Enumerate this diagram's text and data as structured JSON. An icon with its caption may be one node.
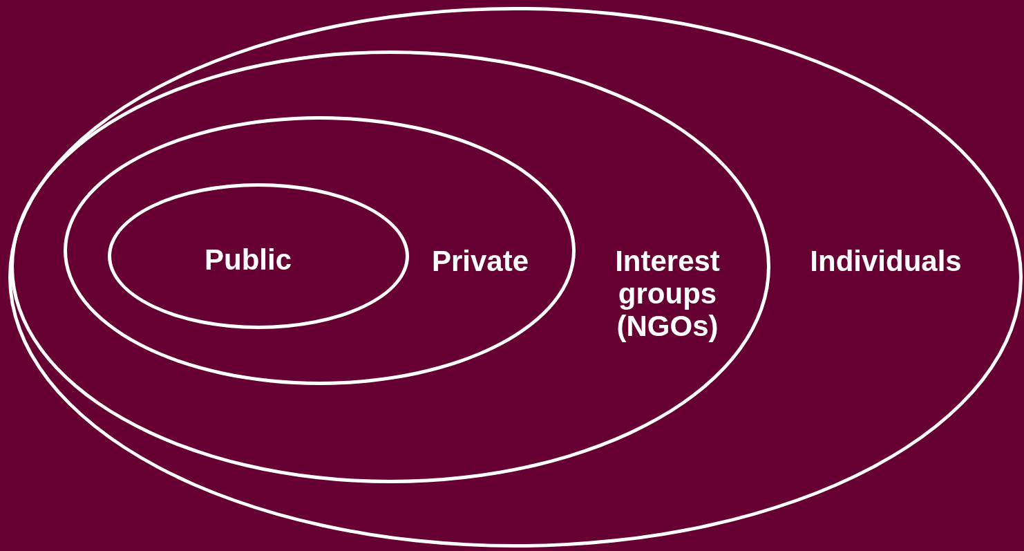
{
  "diagram": {
    "nodes": [
      {
        "text": [
          "Individuals"
        ]
      },
      {
        "text": [
          "Interest groups (NGOs)"
        ],
        "in": 0
      },
      {
        "text": [
          "Private"
        ],
        "in": 1
      },
      {
        "text": [
          "Public"
        ],
        "in": 2
      }
    ]
  }
}
